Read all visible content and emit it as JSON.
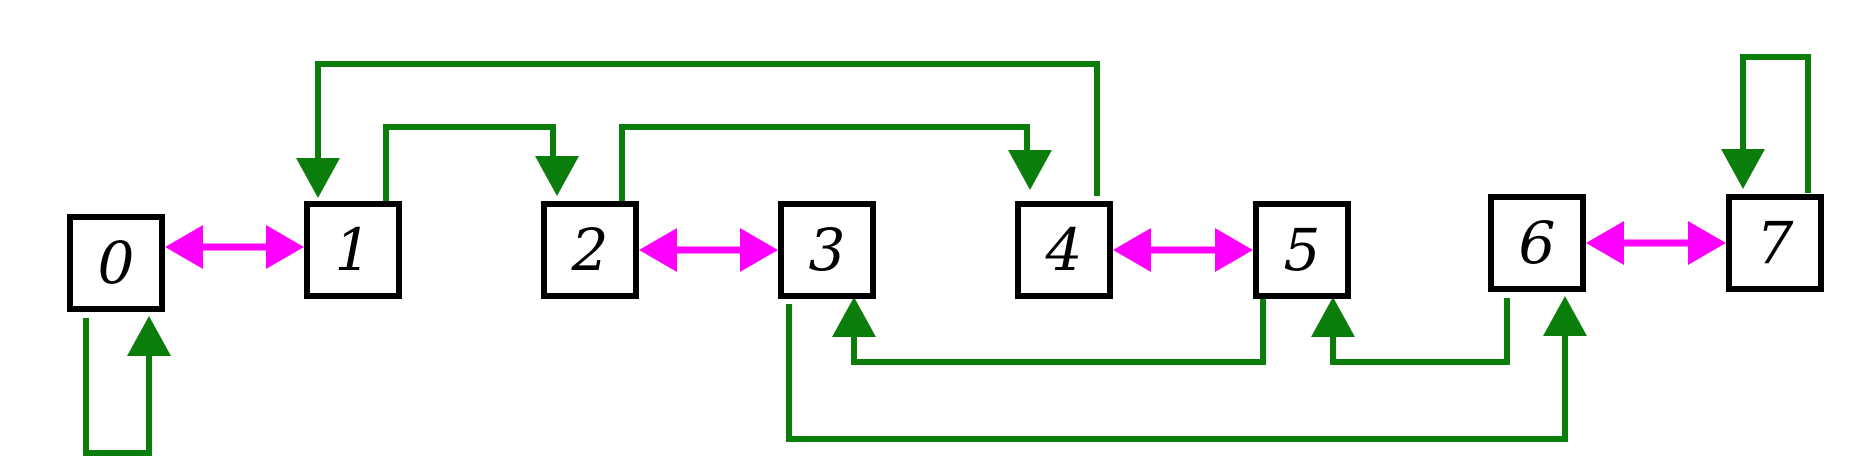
{
  "diagram": {
    "nodes": [
      {
        "id": 0,
        "label": "0"
      },
      {
        "id": 1,
        "label": "1"
      },
      {
        "id": 2,
        "label": "2"
      },
      {
        "id": 3,
        "label": "3"
      },
      {
        "id": 4,
        "label": "4"
      },
      {
        "id": 5,
        "label": "5"
      },
      {
        "id": 6,
        "label": "6"
      },
      {
        "id": 7,
        "label": "7"
      }
    ],
    "bidirectional_edges": [
      {
        "from": 0,
        "to": 1
      },
      {
        "from": 2,
        "to": 3
      },
      {
        "from": 4,
        "to": 5
      },
      {
        "from": 6,
        "to": 7
      }
    ],
    "directed_edges": [
      {
        "from": 0,
        "to": 0
      },
      {
        "from": 4,
        "to": 1
      },
      {
        "from": 1,
        "to": 2
      },
      {
        "from": 2,
        "to": 4
      },
      {
        "from": 7,
        "to": 7
      },
      {
        "from": 5,
        "to": 3
      },
      {
        "from": 6,
        "to": 5
      },
      {
        "from": 3,
        "to": 6
      }
    ],
    "colors": {
      "node_border": "#000000",
      "bidirectional": "#ff00ff",
      "directed": "#0a7d0a"
    }
  }
}
